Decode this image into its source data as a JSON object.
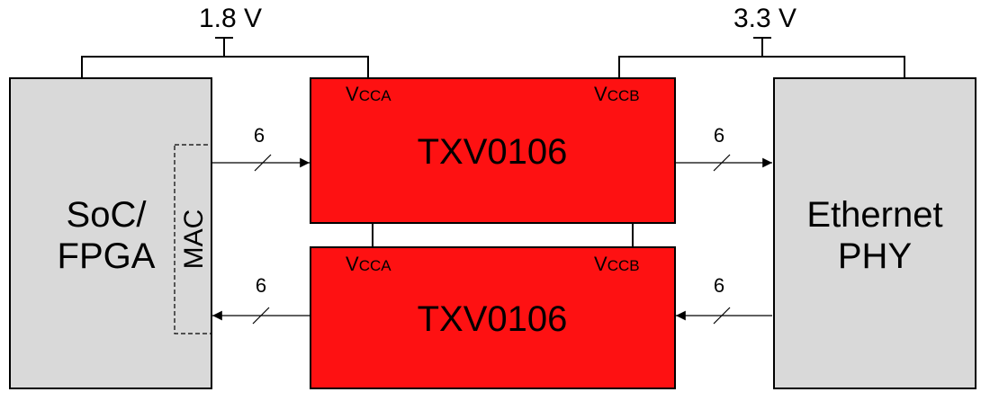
{
  "supplies": {
    "left": "1.8 V",
    "right": "3.3 V"
  },
  "soc_block": {
    "line1": "SoC/",
    "line2": "FPGA",
    "mac_label": "MAC"
  },
  "phy_block": {
    "line1": "Ethernet",
    "line2": "PHY"
  },
  "translators": [
    {
      "part": "TXV0106",
      "vcca_v": "V",
      "vcca_sub": "CCA",
      "vccb_v": "V",
      "vccb_sub": "CCB"
    },
    {
      "part": "TXV0106",
      "vcca_v": "V",
      "vcca_sub": "CCA",
      "vccb_v": "V",
      "vccb_sub": "CCB"
    }
  ],
  "bus_widths": {
    "soc_to_top": "6",
    "top_to_phy": "6",
    "bottom_to_soc": "6",
    "phy_to_bottom": "6"
  },
  "colors": {
    "translator_fill": "#fe1112",
    "block_fill": "#d9d9d9",
    "stroke": "#000000"
  }
}
